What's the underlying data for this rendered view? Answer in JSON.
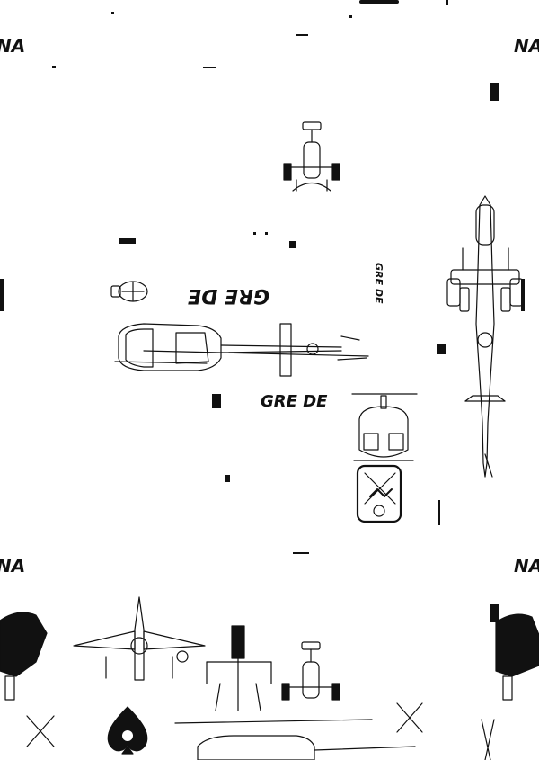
{
  "artwork": {
    "style": "black line-art military print pattern on white",
    "colors": {
      "ink": "#111111",
      "paper": "#ffffff"
    },
    "texts": {
      "na_top_left": "NA",
      "na_top_right": "NA",
      "na_mid_left": "NA",
      "na_mid_right": "NA",
      "grenade_text_1": "GRE DE",
      "grenade_text_2": "GRE DE",
      "grenade_text_3": "GRE DE"
    }
  }
}
